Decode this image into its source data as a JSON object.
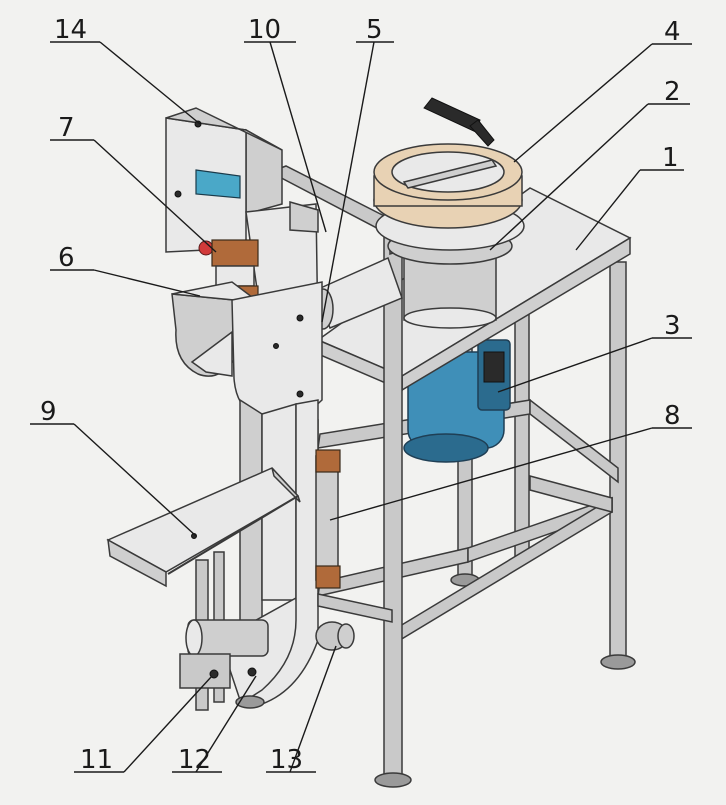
{
  "figure": {
    "callouts": [
      {
        "id": "c1",
        "text": "1"
      },
      {
        "id": "c2",
        "text": "2"
      },
      {
        "id": "c3",
        "text": "3"
      },
      {
        "id": "c4",
        "text": "4"
      },
      {
        "id": "c5",
        "text": "5"
      },
      {
        "id": "c6",
        "text": "6"
      },
      {
        "id": "c7",
        "text": "7"
      },
      {
        "id": "c8",
        "text": "8"
      },
      {
        "id": "c9",
        "text": "9"
      },
      {
        "id": "c10",
        "text": "10"
      },
      {
        "id": "c11",
        "text": "11"
      },
      {
        "id": "c12",
        "text": "12"
      },
      {
        "id": "c13",
        "text": "13"
      },
      {
        "id": "c14",
        "text": "14"
      }
    ],
    "colors": {
      "frame": "#c9c9c9",
      "sheet_metal": "#e9e9e9",
      "valve_flange": "#e8d2b4",
      "motor": "#3f8fb8",
      "clamp": "#b06a3a",
      "display": "#4aa8c8"
    }
  }
}
